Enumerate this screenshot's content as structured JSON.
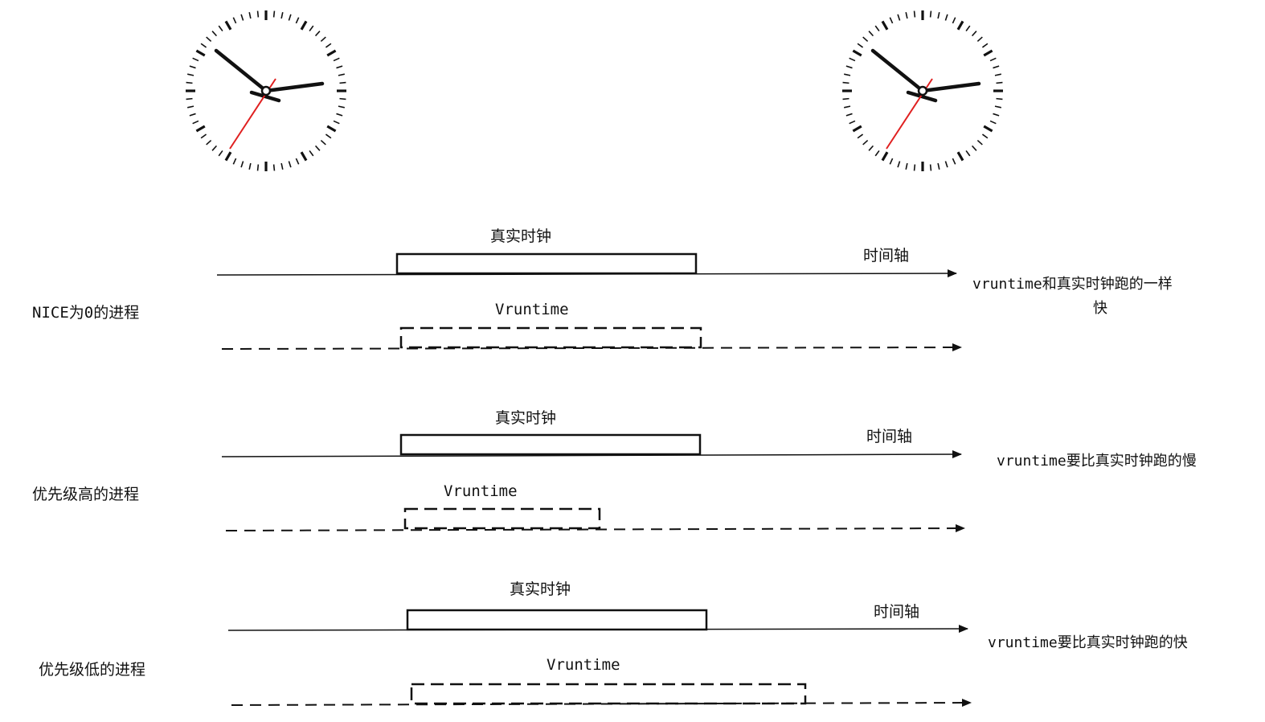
{
  "clocks": [
    {
      "id": "clock-left"
    },
    {
      "id": "clock-right"
    }
  ],
  "rows": [
    {
      "process_label": "NICE为0的进程",
      "real_clock_label": "真实时钟",
      "timeline_label": "时间轴",
      "vruntime_label": "Vruntime",
      "result_line1": "vruntime和真实时钟跑的一样",
      "result_line2": "快"
    },
    {
      "process_label": "优先级高的进程",
      "real_clock_label": "真实时钟",
      "timeline_label": "时间轴",
      "vruntime_label": "Vruntime",
      "result_line1": "vruntime要比真实时钟跑的慢",
      "result_line2": ""
    },
    {
      "process_label": "优先级低的进程",
      "real_clock_label": "真实时钟",
      "timeline_label": "时间轴",
      "vruntime_label": "Vruntime",
      "result_line1": "vruntime要比真实时钟跑的快",
      "result_line2": ""
    }
  ],
  "colors": {
    "line": "#111111",
    "second_hand": "#e02020"
  }
}
